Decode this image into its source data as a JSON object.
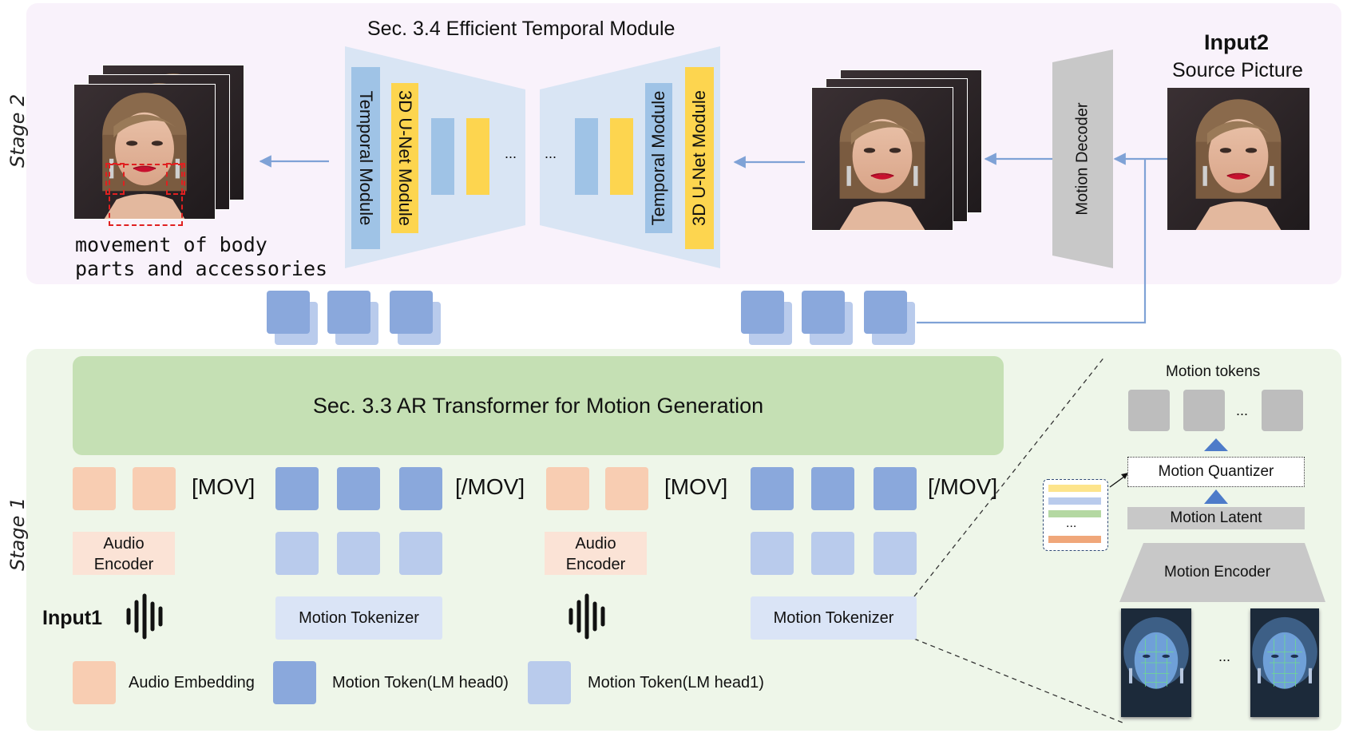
{
  "stage_labels": {
    "stage2": "Stage 2",
    "stage1": "Stage 1"
  },
  "temporal": {
    "title": "Sec. 3.4 Efficient Temporal Module",
    "temporal_module": "Temporal Module",
    "unet_module": "3D U-Net Module",
    "ellipsis": "..."
  },
  "output_caption": {
    "line1": "movement of body",
    "line2": "parts and accessories"
  },
  "input2": {
    "title": "Input2",
    "subtitle": "Source Picture"
  },
  "motion_decoder": "Motion Decoder",
  "ar": {
    "title": "Sec. 3.3 AR Transformer for Motion Generation"
  },
  "tags": {
    "open": "[MOV]",
    "close": "[/MOV]"
  },
  "audio_encoder": {
    "line1": "Audio",
    "line2": "Encoder"
  },
  "input1": "Input1",
  "motion_tokenizer": "Motion Tokenizer",
  "legend": {
    "audio_embedding": "Audio Embedding",
    "lm_head0": "Motion Token(LM head0)",
    "lm_head1": "Motion Token(LM head1)"
  },
  "tokenizer_detail": {
    "motion_tokens": "Motion tokens",
    "motion_quantizer": "Motion Quantizer",
    "motion_latent": "Motion Latent",
    "motion_encoder": "Motion Encoder",
    "ellipsis": "..."
  },
  "colors": {
    "stage2_bg": "#f9f2fb",
    "stage1_bg": "#eef6e9",
    "ar_green": "#c5e0b4",
    "temporal_blue": "#9fc3e6",
    "unet_yellow": "#fdd54f",
    "token_dark": "#8aa8dc",
    "token_light": "#b9cbec",
    "audio_peach": "#f8cdb2",
    "arrow_blue": "#7fa2d6"
  }
}
